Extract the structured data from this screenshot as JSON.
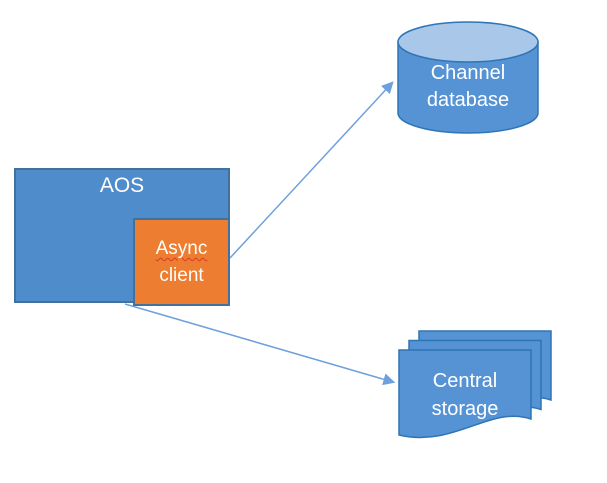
{
  "diagram": {
    "background": "#FFFFFF",
    "nodes": {
      "aos": {
        "label": "AOS",
        "shape": "rectangle",
        "fill": "#4E8CCB",
        "border_color": "#41719C",
        "text_color": "#FFFFFF"
      },
      "async_client": {
        "label": "Async client",
        "line1": "Async",
        "line2": "client",
        "shape": "rectangle",
        "fill": "#ED7D31",
        "border_color": "#41719C",
        "text_color": "#FFFFFF",
        "line1_spellcheck_underline_color": "#D83B2A"
      },
      "channel_database": {
        "label": "Channel database",
        "shape": "cylinder",
        "fill": "#5593D4",
        "top_fill": "#A9C7E9",
        "border_color": "#2E75B6",
        "text_color": "#FFFFFF"
      },
      "central_storage": {
        "label": "Central storage",
        "shape": "document-stack",
        "stack_count": 3,
        "fill": "#5593D4",
        "border_color": "#2E75B6",
        "text_color": "#FFFFFF"
      }
    },
    "connectors": [
      {
        "id": "async-client-to-channel-database",
        "from": "async_client",
        "to": "channel_database",
        "style": "straight-arrow",
        "color": "#6EA0DC"
      },
      {
        "id": "aos-to-central-storage",
        "from": "aos",
        "to": "central_storage",
        "style": "straight-arrow",
        "color": "#6EA0DC"
      }
    ]
  }
}
